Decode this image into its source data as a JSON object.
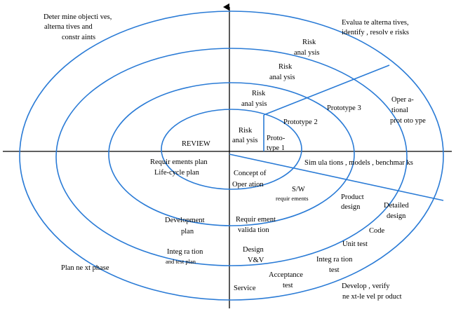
{
  "labels": {
    "determine": [
      "Deter mine objecti ves,",
      "alterna tives and",
      "constr aints"
    ],
    "evaluate": [
      "Evalua te alterna tives,",
      "identify , resolv e risks"
    ],
    "risk1": [
      "Risk",
      "anal ysis"
    ],
    "risk2": [
      "Risk",
      "anal ysis"
    ],
    "risk3": [
      "Risk",
      "anal ysis"
    ],
    "risk4": [
      "Risk",
      "anal ysis"
    ],
    "review": "REVIEW",
    "prototype1": [
      "Proto-",
      "type 1"
    ],
    "prototype2": "Prototype 2",
    "prototype3": "Prototype 3",
    "operational": [
      "Oper a-",
      "tional",
      "prot oto ype"
    ],
    "requirements_plan": [
      "Requir ements plan",
      "Life-cycle plan"
    ],
    "concept": [
      "Concept of",
      "Oper ation"
    ],
    "simulations": "Sim ula tions , models , benchmar ks",
    "sw_requirements": [
      "S/W",
      "requir ements"
    ],
    "product_design": [
      "Product",
      "design"
    ],
    "detailed_design": [
      "Detailed",
      "design"
    ],
    "development_plan": [
      "Development",
      "plan"
    ],
    "requirement_validation": [
      "Requir ement",
      "valida tion"
    ],
    "code": "Code",
    "unit_test": "Unit test",
    "integration_test_plan": [
      "Integ ra tion",
      "and test plan"
    ],
    "design_vv": [
      "Design",
      "V&V"
    ],
    "integration_test": [
      "Integ ra tion",
      "test"
    ],
    "plan_next_phase": "Plan ne xt phase",
    "acceptance_test": [
      "Acceptance",
      "test"
    ],
    "service": "Service",
    "develop_verify": [
      "Develop , verify",
      "ne xt-le vel pr oduct"
    ]
  }
}
